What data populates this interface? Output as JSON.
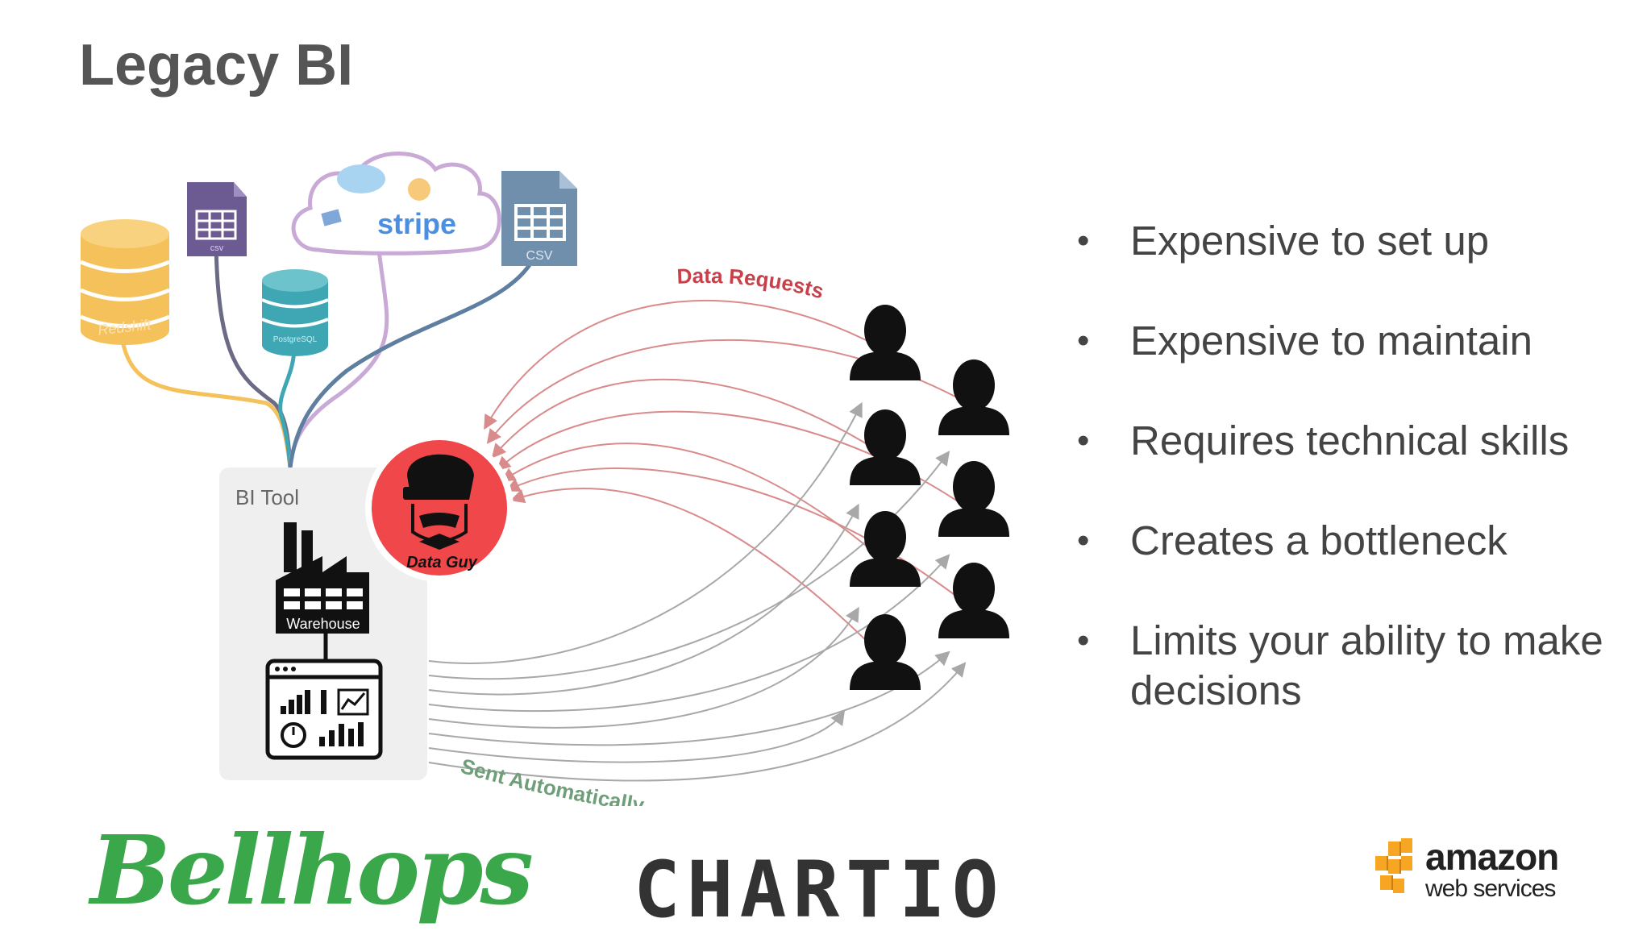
{
  "slide": {
    "title": "Legacy BI",
    "bullets": [
      "Expensive to set up",
      "Expensive to maintain",
      "Requires technical skills",
      "Creates a bottleneck",
      "Limits your ability to make decisions"
    ]
  },
  "diagram": {
    "sources": {
      "redshift_label": "Redshift",
      "csv_small_label": "csv",
      "postgres_label": "PostgreSQL",
      "cloud_stripe_label": "stripe",
      "csv_large_label": "CSV"
    },
    "bi_tool": {
      "label": "BI Tool",
      "warehouse_label": "Warehouse"
    },
    "data_guy_label": "Data Guy",
    "data_requests_label": "Data Requests",
    "sent_automatically_label": "Sent Automatically"
  },
  "logos": {
    "bellhops": "Bellhops",
    "chartio": "CHARTIO",
    "aws_name": "amazon",
    "aws_sub": "web services"
  },
  "colors": {
    "redshift": "#f5c15a",
    "csv_small": "#6c5a92",
    "postgres": "#3fa7b3",
    "csv_large": "#6f8fad",
    "cloud_outline": "#c9a9d6",
    "stripe": "#4a8fe0",
    "data_guy_bg": "#f0474b",
    "request_arrows": "#d98b8b",
    "sent_arrows": "#a8a8a8",
    "data_requests_text": "#c8414a",
    "sent_text": "#6f9f7a",
    "bellhops_green": "#3aa84a",
    "aws_orange": "#f6a623"
  }
}
